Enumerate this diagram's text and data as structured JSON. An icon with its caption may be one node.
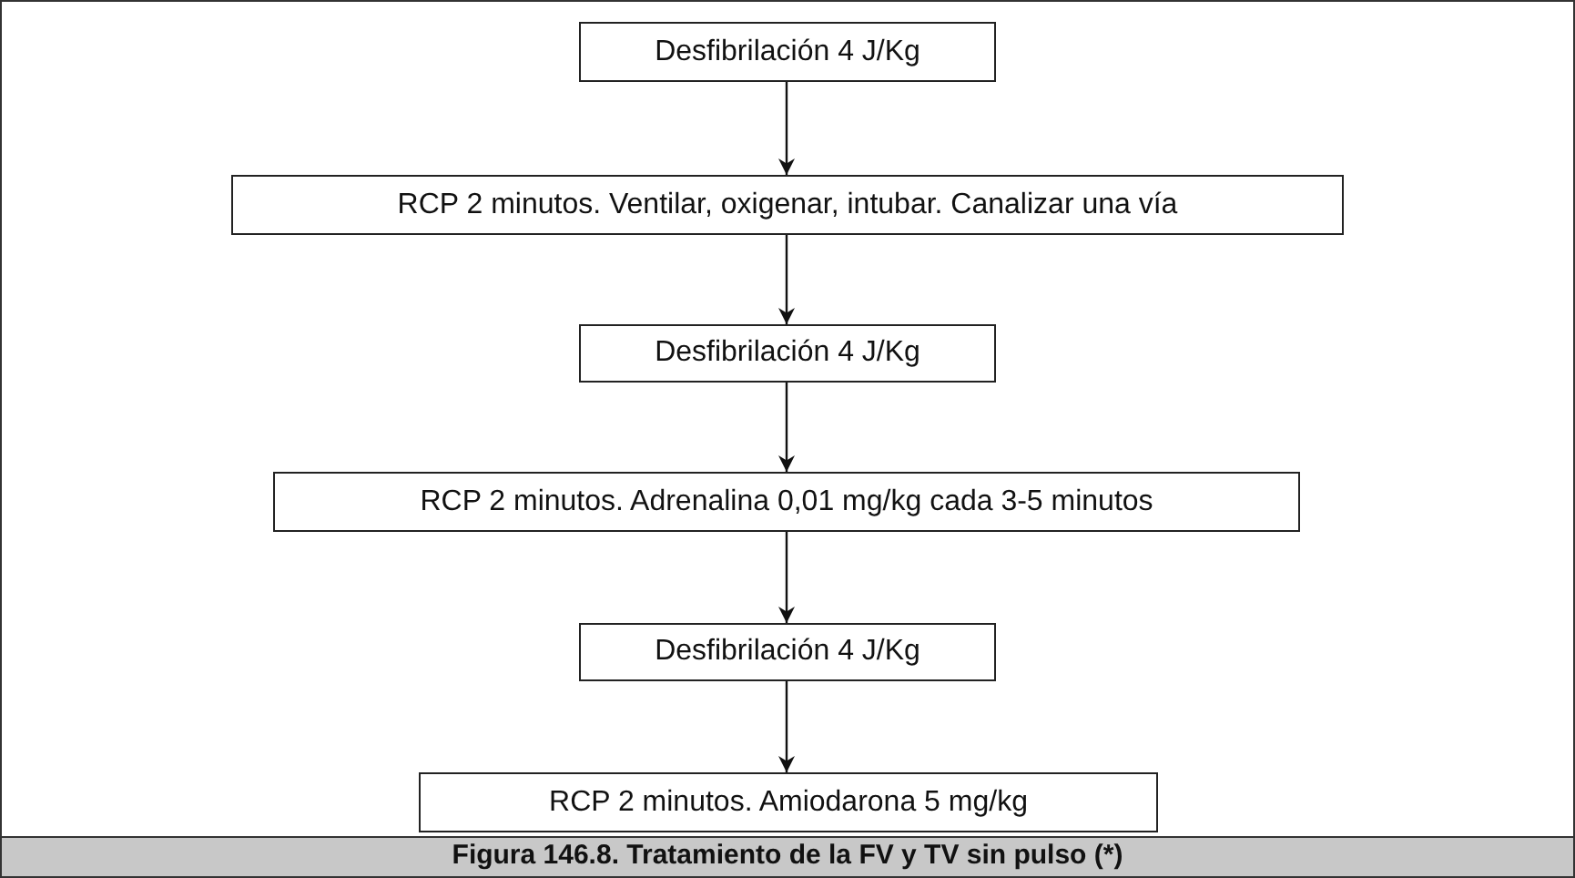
{
  "diagram": {
    "caption": "Figura 146.8. Tratamiento de la FV y TV sin pulso (*)",
    "nodes": [
      {
        "text": [
          "Desfibrilación 4 J/Kg"
        ]
      },
      {
        "text": [
          "RCP 2 minutos. Ventilar, oxigenar, intubar. Canalizar una vía"
        ]
      },
      {
        "text": [
          "Desfibrilación 4 J/Kg"
        ]
      },
      {
        "text": [
          "RCP 2 minutos. Adrenalina 0,01 mg/kg cada 3-5 minutos"
        ]
      },
      {
        "text": [
          "Desfibrilación 4 J/Kg"
        ]
      },
      {
        "text": [
          "RCP 2 minutos. Amiodarona 5 mg/kg"
        ]
      }
    ],
    "edges": [
      {
        "from": 0,
        "to": 1,
        "arrow": "to"
      },
      {
        "from": 1,
        "to": 2,
        "arrow": "to"
      },
      {
        "from": 2,
        "to": 3,
        "arrow": "to"
      },
      {
        "from": 3,
        "to": 4,
        "arrow": "to"
      },
      {
        "from": 4,
        "to": 5,
        "arrow": "to"
      }
    ]
  }
}
